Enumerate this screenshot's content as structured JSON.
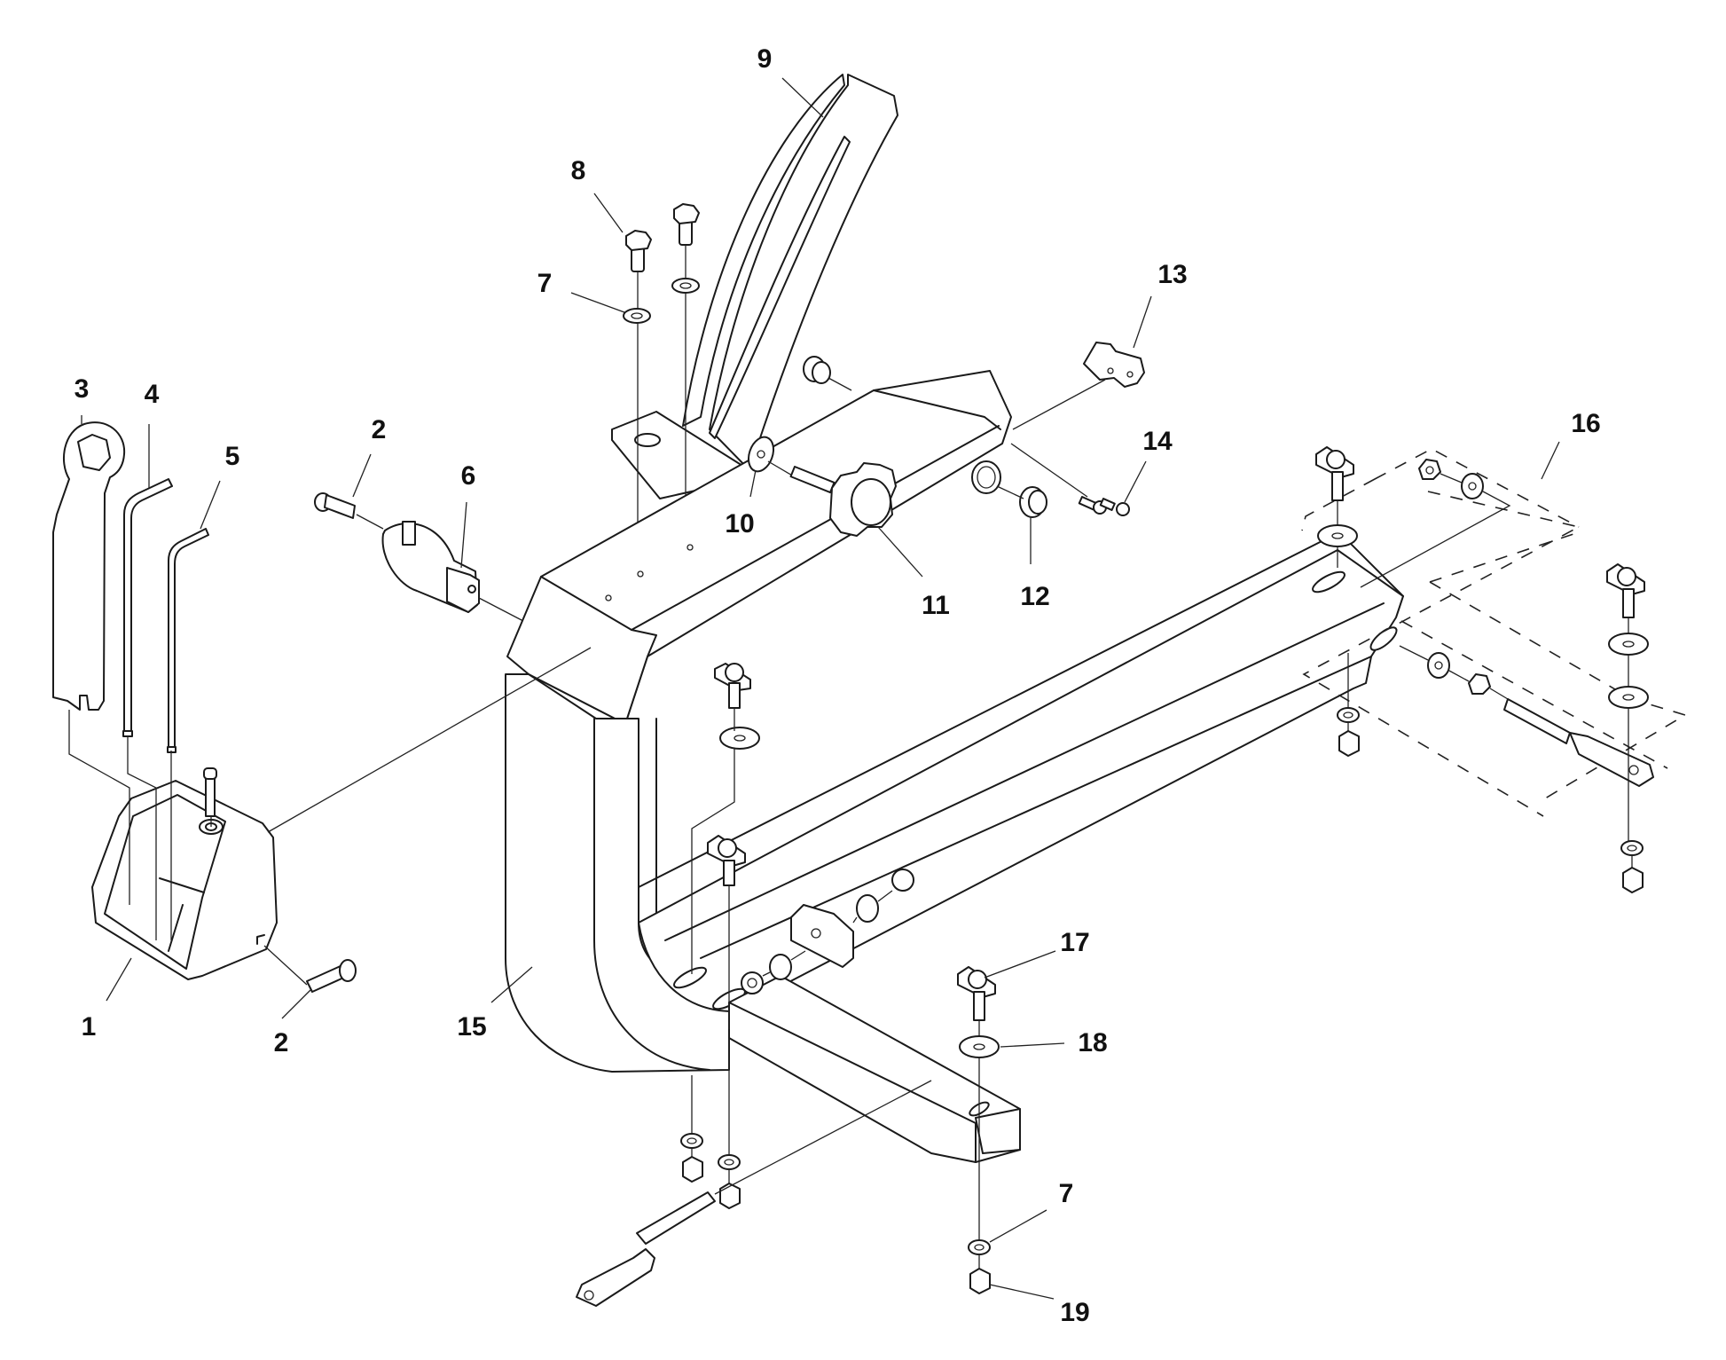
{
  "diagram": {
    "callouts": [
      {
        "label": "1",
        "part": "tool-holder"
      },
      {
        "label": "2",
        "part": "socket-screw"
      },
      {
        "label": "2",
        "part": "socket-screw"
      },
      {
        "label": "3",
        "part": "wrench"
      },
      {
        "label": "4",
        "part": "hex-key-large"
      },
      {
        "label": "5",
        "part": "hex-key-small"
      },
      {
        "label": "6",
        "part": "clamp"
      },
      {
        "label": "7",
        "part": "washer"
      },
      {
        "label": "7",
        "part": "washer"
      },
      {
        "label": "8",
        "part": "hex-bolt"
      },
      {
        "label": "9",
        "part": "curved-guide-arm"
      },
      {
        "label": "10",
        "part": "flat-washer"
      },
      {
        "label": "11",
        "part": "star-knob"
      },
      {
        "label": "12",
        "part": "bushing"
      },
      {
        "label": "13",
        "part": "stop-block"
      },
      {
        "label": "14",
        "part": "screw"
      },
      {
        "label": "15",
        "part": "main-frame"
      },
      {
        "label": "16",
        "part": "mounting-kit-group"
      },
      {
        "label": "17",
        "part": "t-bolt"
      },
      {
        "label": "18",
        "part": "large-washer"
      },
      {
        "label": "19",
        "part": "hex-nut"
      }
    ]
  }
}
